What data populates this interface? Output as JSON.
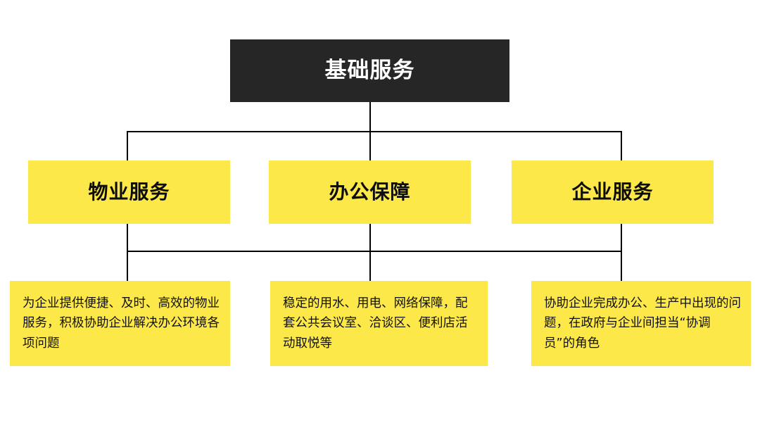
{
  "diagram": {
    "type": "organizational-hierarchy",
    "colors": {
      "root_background": "#262626",
      "root_text": "#FFFFFF",
      "node_background": "#FCE849",
      "node_text": "#0D0D0D",
      "connector_line": "#000000",
      "canvas_background": "#FFFFFF"
    },
    "root": {
      "label": "基础服务"
    },
    "branches": [
      {
        "label": "物业服务",
        "description": "为企业提供便捷、及时、高效的物业服务，积极协助企业解决办公环境各项问题"
      },
      {
        "label": "办公保障",
        "description": "稳定的用水、用电、网络保障，配套公共会议室、洽谈区、便利店活动取悦等"
      },
      {
        "label": "企业服务",
        "description": "协助企业完成办公、生产中出现的问题，在政府与企业间担当“协调员”的角色"
      }
    ]
  }
}
